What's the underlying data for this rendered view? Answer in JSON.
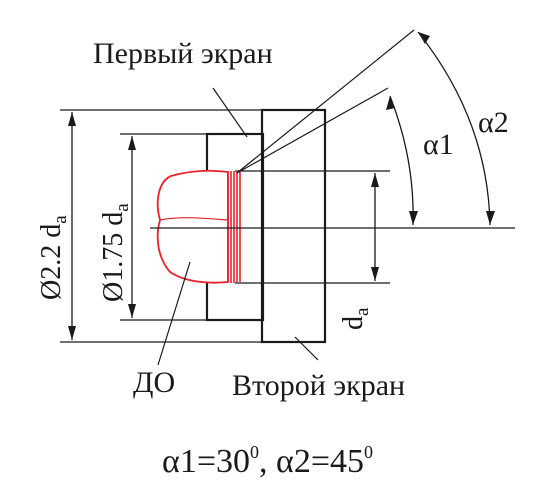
{
  "labels": {
    "first_screen": "Первый экран",
    "second_screen": "Второй экран",
    "do": "ДО",
    "alpha1": "α1",
    "alpha2": "α2",
    "dim_outer_prefix": "Ø2.2 d",
    "dim_inner_prefix": "Ø1.75 d",
    "dim_sub": "a",
    "dim_da": "d",
    "formula_part1": "α1=30",
    "formula_sup1": "0",
    "formula_part2": ", α2=45",
    "formula_sup2": "0"
  },
  "colors": {
    "ink": "#1a1a1a",
    "accent_red": "#e8222a",
    "background": "#ffffff"
  }
}
